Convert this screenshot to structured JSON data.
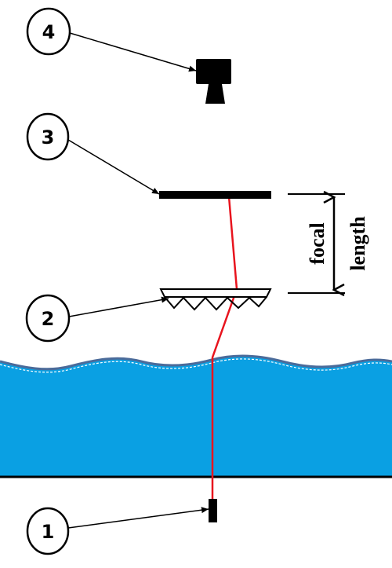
{
  "markers": {
    "one": "1",
    "two": "2",
    "three": "3",
    "four": "4"
  },
  "focal_label": {
    "line1": "focal",
    "line2": "length"
  },
  "colors": {
    "water": "#0aa0e3",
    "water_edge": "#4b6b9a",
    "ray": "#e8141e",
    "ink": "#000000"
  }
}
